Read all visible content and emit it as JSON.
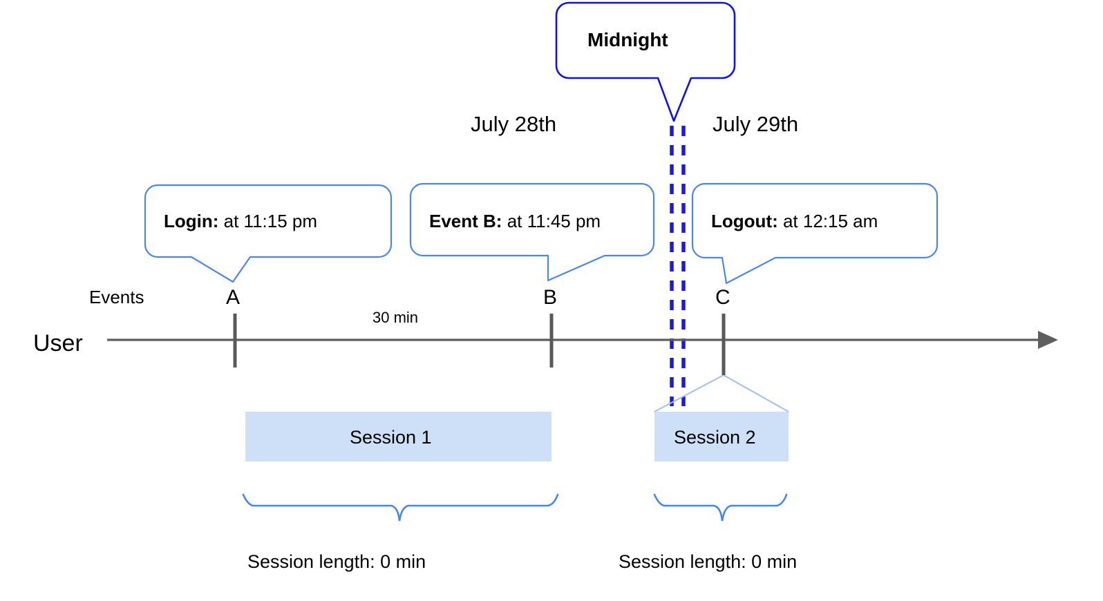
{
  "diagram": {
    "title_hidden": "",
    "colors": {
      "midnight_border": "#0f10ee",
      "callout_border": "#4a87e8",
      "session_fill": "#cedff8",
      "brace": "#4285f4",
      "axis": "#5e5e5e",
      "tick": "#595959",
      "midnight_dashes": "#1b1be0",
      "tent_line": "#9dc0ef"
    },
    "midnight": {
      "label": "Midnight"
    },
    "dates": [
      {
        "name": "date-july-28",
        "label": "July 28th"
      },
      {
        "name": "date-july-29",
        "label": "July 29th"
      }
    ],
    "callouts": [
      {
        "name": "callout-login",
        "lead": "Login:",
        "rest": " at 11:15 pm"
      },
      {
        "name": "callout-event-b",
        "lead": "Event B:",
        "rest": " at 11:45 pm"
      },
      {
        "name": "callout-logout",
        "lead": "Logout:",
        "rest": " at 12:15 am"
      }
    ],
    "axis": {
      "row_label": "User",
      "events_label": "Events",
      "duration_label": "30 min",
      "ticks": [
        {
          "name": "tick-a",
          "label": "A"
        },
        {
          "name": "tick-b",
          "label": "B"
        },
        {
          "name": "tick-c",
          "label": "C"
        }
      ]
    },
    "sessions": [
      {
        "name": "session-1",
        "label": "Session 1",
        "length_label": "Session length: 0 min"
      },
      {
        "name": "session-2",
        "label": "Session 2",
        "length_label": "Session length: 0 min"
      }
    ]
  }
}
